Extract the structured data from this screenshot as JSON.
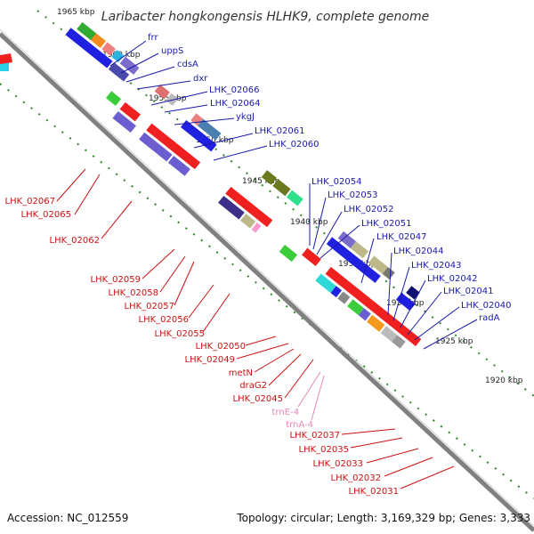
{
  "title": "Laribacter hongkongensis HLHK9, complete genome",
  "footer": {
    "accession": "Accession: NC_012559",
    "topology": "Topology: circular; Length: 3,169,329 bp; Genes: 3,333"
  },
  "colors": {
    "backbone": "#808080",
    "top_labels": "#1a1aaa",
    "bottom_labels": "#cc1111",
    "rna_labels": "#e388b8",
    "tick_green": "#2a8a2a"
  },
  "kbp_ticks": [
    "1965 kbp",
    "1960 kbp",
    "1955 kbp",
    "1950 kbp",
    "1945 kbp",
    "1940 kbp",
    "1935 kbp",
    "1930 kbp",
    "1925 kbp",
    "1920 kbp"
  ],
  "top_labels": [
    "frr",
    "uppS",
    "cdsA",
    "dxr",
    "LHK_02066",
    "LHK_02064",
    "ykgJ",
    "LHK_02061",
    "LHK_02060",
    "LHK_02054",
    "LHK_02053",
    "LHK_02052",
    "LHK_02051",
    "LHK_02047",
    "LHK_02044",
    "LHK_02043",
    "LHK_02042",
    "LHK_02041",
    "LHK_02040",
    "radA"
  ],
  "bottom_labels": [
    "LHK_02067",
    "LHK_02065",
    "LHK_02062",
    "LHK_02059",
    "LHK_02058",
    "LHK_02057",
    "LHK_02056",
    "LHK_02055",
    "LHK_02050",
    "LHK_02049",
    "metN",
    "draG2",
    "LHK_02045",
    "trnE-4",
    "trnA-4",
    "LHK_02037",
    "LHK_02035",
    "LHK_02033",
    "LHK_02032",
    "LHK_02031"
  ]
}
